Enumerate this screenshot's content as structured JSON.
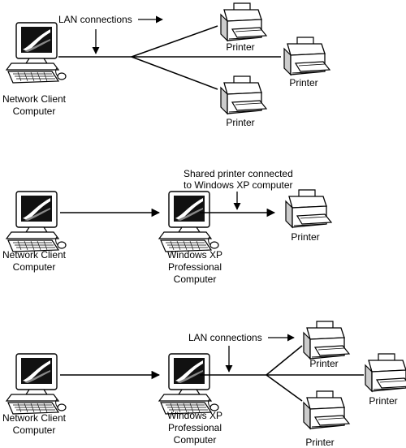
{
  "diagram1": {
    "callout": "LAN connections",
    "client_label": [
      "Network Client",
      "Computer"
    ],
    "printer_labels": [
      "Printer",
      "Printer",
      "Printer"
    ]
  },
  "diagram2": {
    "callout": [
      "Shared printer connected",
      "to Windows XP computer"
    ],
    "client_label": [
      "Network Client",
      "Computer"
    ],
    "server_label": [
      "Windows XP",
      "Professional",
      "Computer"
    ],
    "printer_label": "Printer"
  },
  "diagram3": {
    "callout": "LAN connections",
    "client_label": [
      "Network Client",
      "Computer"
    ],
    "server_label": [
      "Windows XP",
      "Professional",
      "Computer"
    ],
    "printer_labels": [
      "Printer",
      "Printer",
      "Printer"
    ]
  }
}
